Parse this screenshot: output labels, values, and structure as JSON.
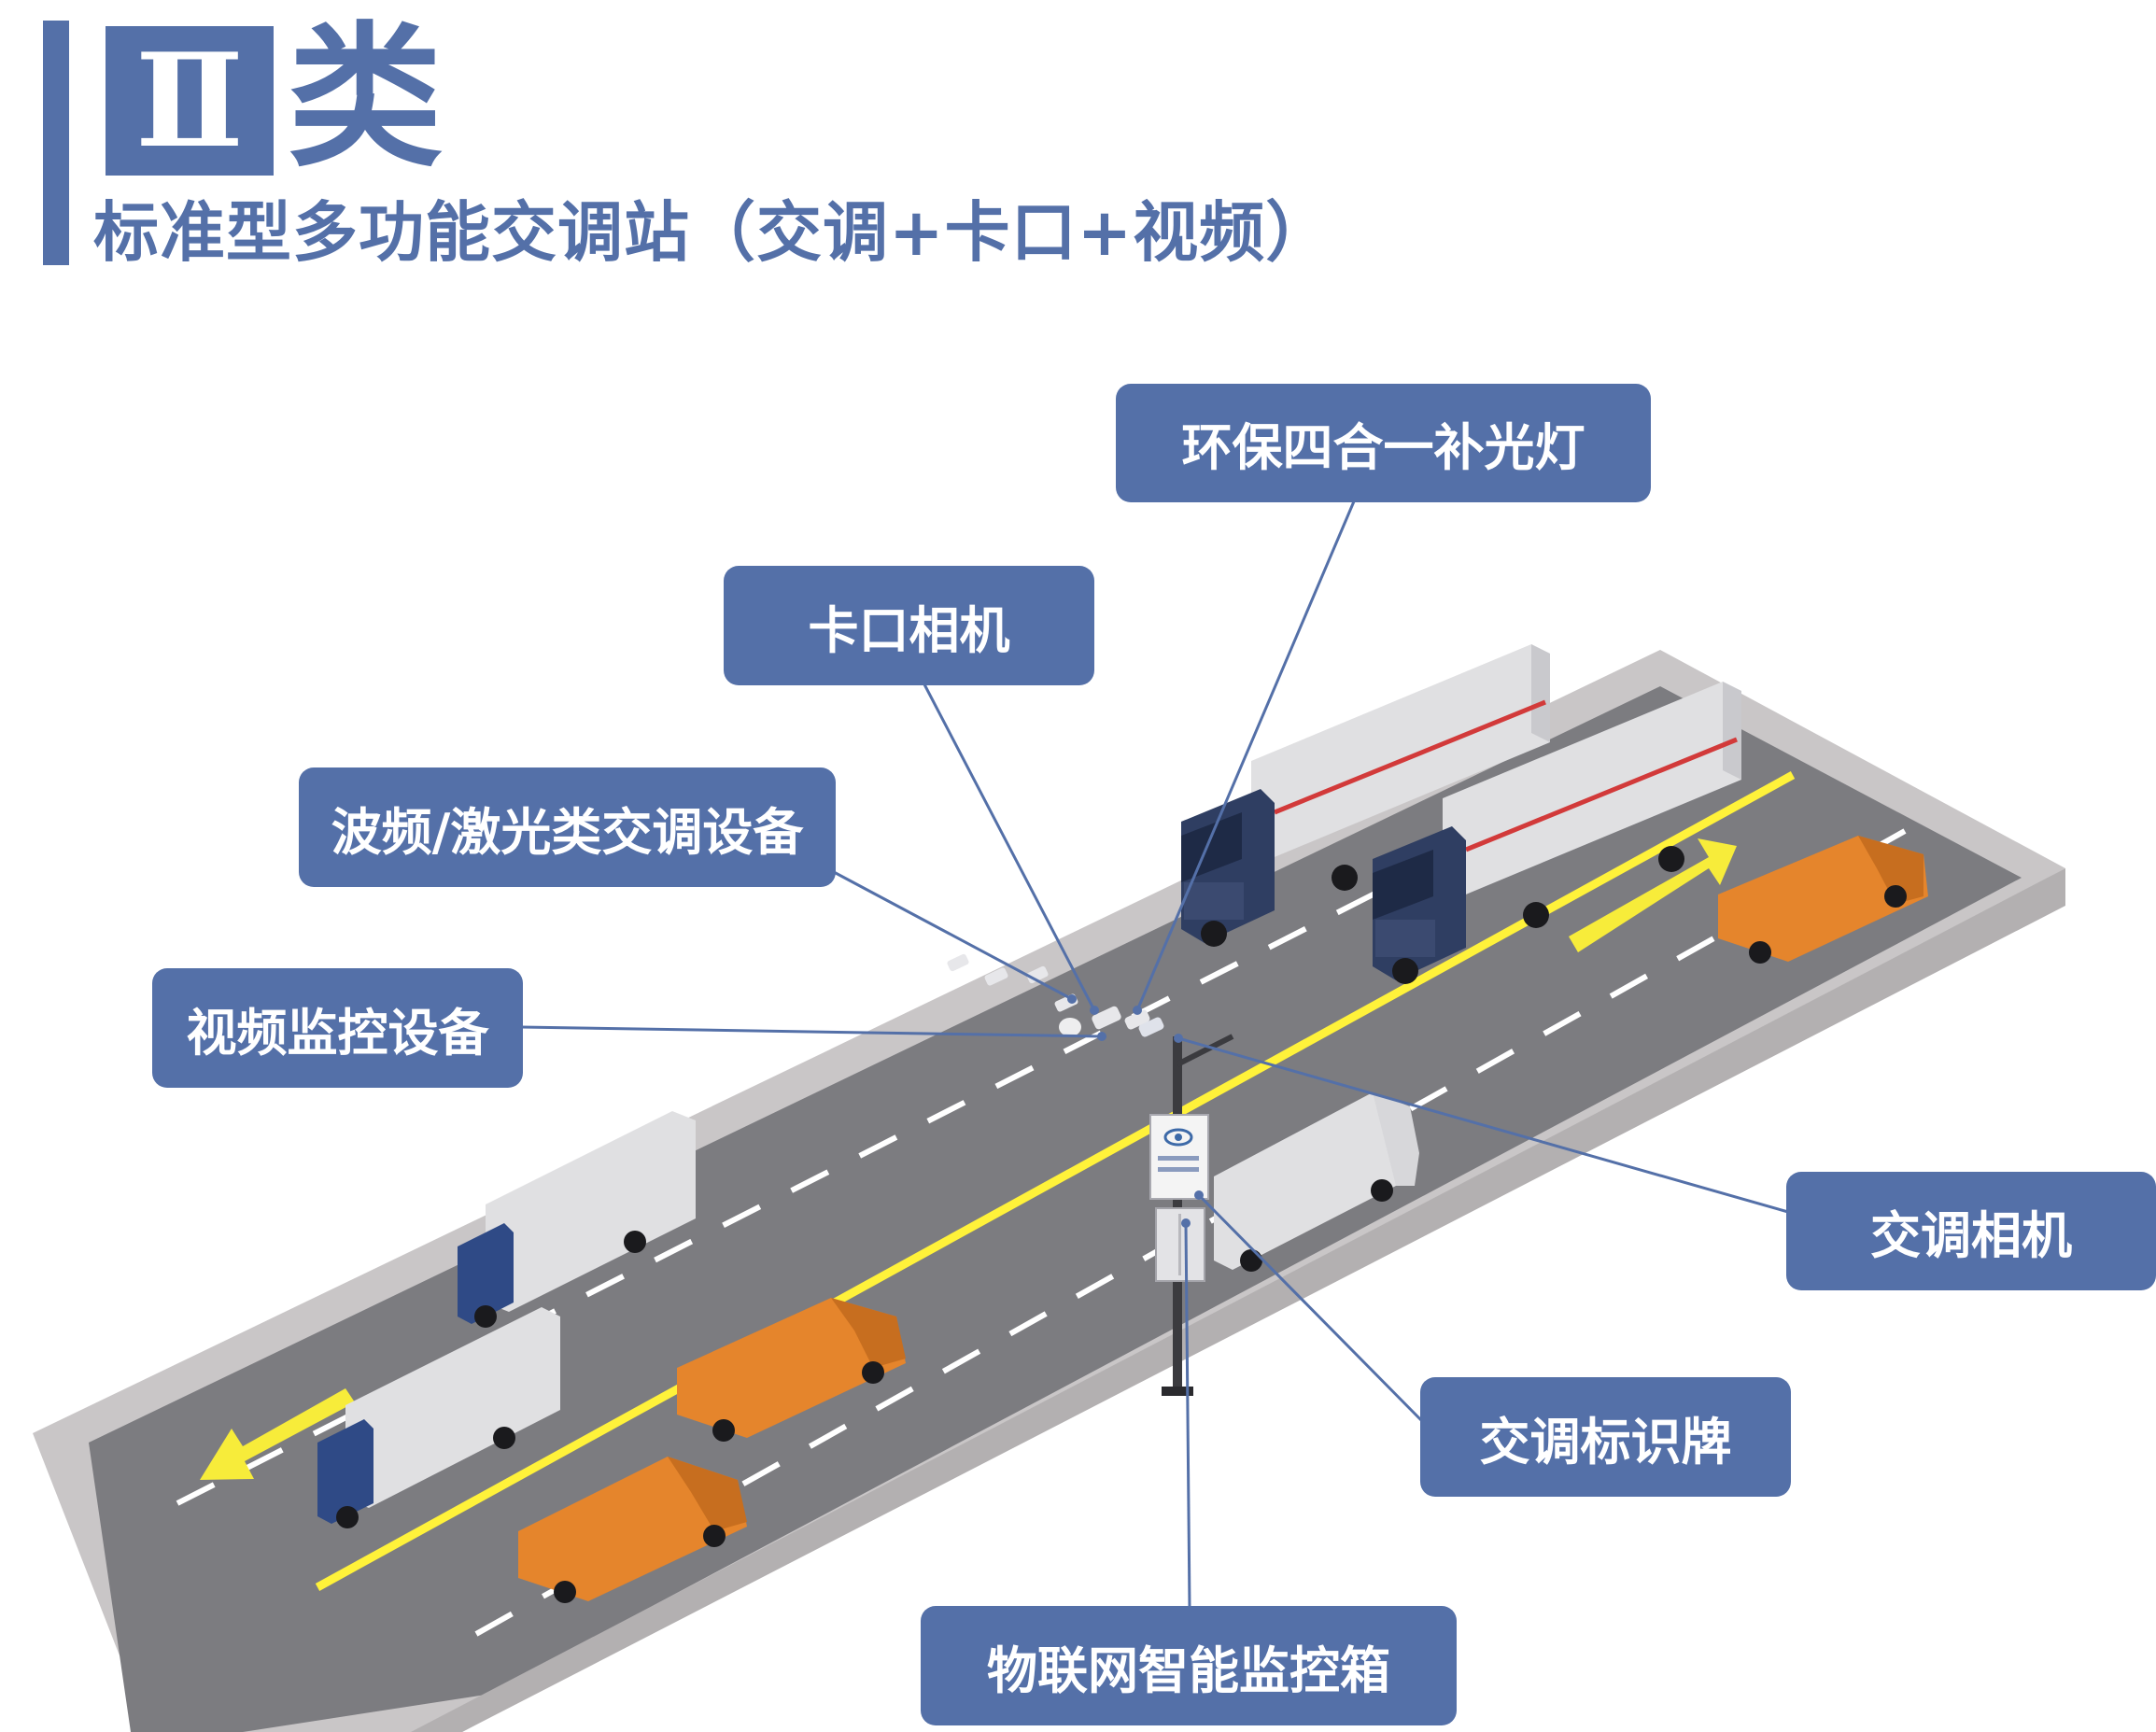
{
  "header": {
    "class_numeral": "Ⅱ",
    "class_char": "类",
    "subtitle": "标准型多功能交调站（交调+卡口+视频）"
  },
  "labels": {
    "env_light": "环保四合一补光灯",
    "checkpoint_camera": "卡口相机",
    "wave_laser_device": "波频/激光类交调设备",
    "video_monitor": "视频监控设备",
    "traffic_camera": "交调相机",
    "traffic_sign": "交调标识牌",
    "iot_box": "物联网智能监控箱"
  },
  "colors": {
    "accent": "#5470a8",
    "label_bg": "#5470a8",
    "road": "#7c7c80",
    "road_edge": "#c9c6c7",
    "center_line": "#fff23a",
    "arrow": "#f7ec3a",
    "van": "#e5852c",
    "truck_cab": "#2f3e62",
    "trailer": "#e0e0e2",
    "trailer_stripe": "#d23a3a"
  }
}
